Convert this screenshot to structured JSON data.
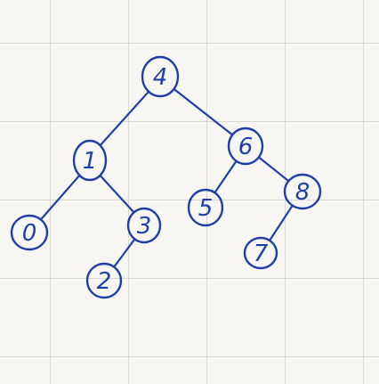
{
  "tree": {
    "nodes": [
      {
        "id": "n4",
        "label": "4"
      },
      {
        "id": "n1",
        "label": "1"
      },
      {
        "id": "n6",
        "label": "6"
      },
      {
        "id": "n0",
        "label": "0"
      },
      {
        "id": "n3",
        "label": "3"
      },
      {
        "id": "n2",
        "label": "2"
      },
      {
        "id": "n5",
        "label": "5"
      },
      {
        "id": "n8",
        "label": "8"
      },
      {
        "id": "n7",
        "label": "7"
      }
    ],
    "edges": [
      [
        "n4",
        "n1"
      ],
      [
        "n4",
        "n6"
      ],
      [
        "n1",
        "n0"
      ],
      [
        "n1",
        "n3"
      ],
      [
        "n3",
        "n2"
      ],
      [
        "n6",
        "n5"
      ],
      [
        "n6",
        "n8"
      ],
      [
        "n8",
        "n7"
      ]
    ]
  },
  "colors": {
    "ink": "#1f3fa8",
    "paper": "#f7f6f2",
    "grid": "#d9d8d2"
  }
}
